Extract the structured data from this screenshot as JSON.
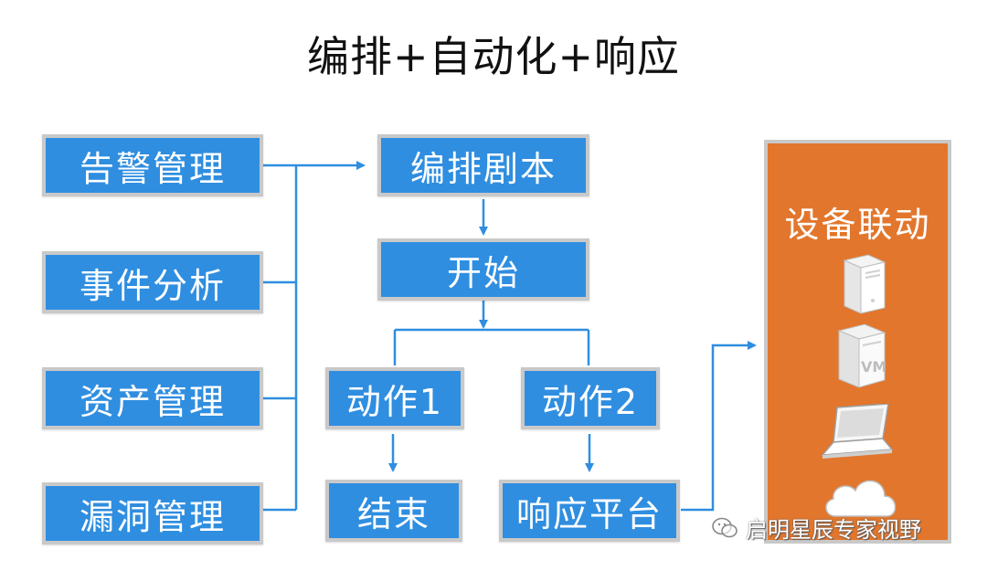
{
  "title": "编排+自动化+响应",
  "left_items": [
    "告警管理",
    "事件分析",
    "资产管理",
    "漏洞管理"
  ],
  "flow": {
    "playbook": "编排剧本",
    "start": "开始",
    "action1": "动作1",
    "action2": "动作2",
    "end": "结束",
    "response_platform": "响应平台"
  },
  "panel": {
    "title": "设备联动",
    "devices": [
      "server-icon",
      "vm-server-icon",
      "laptop-icon",
      "cloud-icon"
    ],
    "vm_label": "VM"
  },
  "watermark": "启明星辰专家视野",
  "colors": {
    "box": "#2f8ee0",
    "panel": "#e2762c",
    "line": "#2f8ee0",
    "border": "#c9c9c9"
  }
}
